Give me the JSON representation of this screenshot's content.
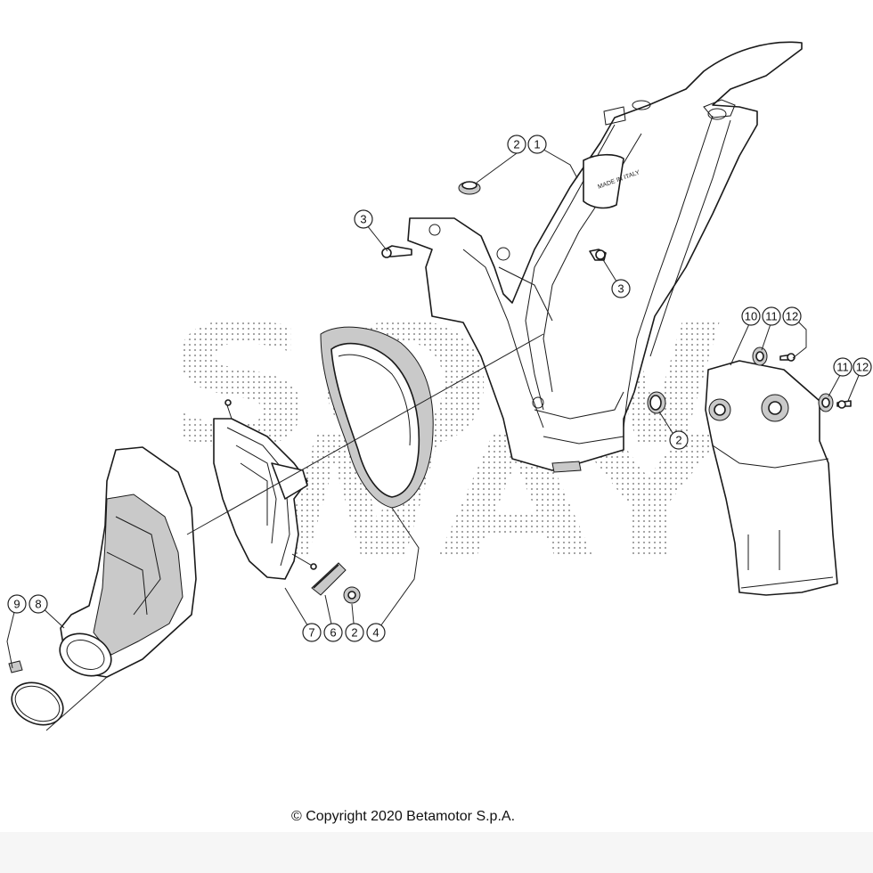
{
  "copyright": "© Copyright 2020 Betamotor S.p.A.",
  "watermark": [
    "SOW",
    "WAY"
  ],
  "frame_marking": "MADE IN ITALY",
  "callouts": [
    {
      "id": "c-frame-2",
      "label": "2"
    },
    {
      "id": "c-frame-1",
      "label": "1"
    },
    {
      "id": "c-bolt-3-left",
      "label": "3"
    },
    {
      "id": "c-bolt-3-right",
      "label": "3"
    },
    {
      "id": "c-grommet-2-right",
      "label": "2"
    },
    {
      "id": "c-10",
      "label": "10"
    },
    {
      "id": "c-11-top",
      "label": "11"
    },
    {
      "id": "c-12-top",
      "label": "12"
    },
    {
      "id": "c-11-mid",
      "label": "11"
    },
    {
      "id": "c-12-mid",
      "label": "12"
    },
    {
      "id": "c-9",
      "label": "9"
    },
    {
      "id": "c-8",
      "label": "8"
    },
    {
      "id": "c-7",
      "label": "7"
    },
    {
      "id": "c-6",
      "label": "6"
    },
    {
      "id": "c-2-bottom",
      "label": "2"
    },
    {
      "id": "c-4",
      "label": "4"
    }
  ]
}
